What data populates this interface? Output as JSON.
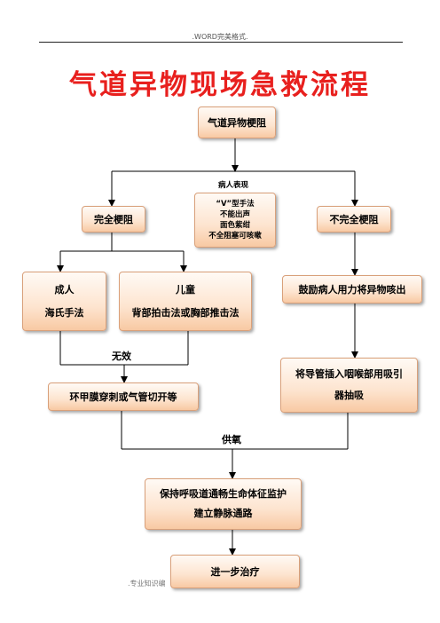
{
  "header": {
    "text": ".WORD完美格式."
  },
  "title": "气道异物现场急救流程",
  "nodes": {
    "obstruction": "气道异物梗阻",
    "symptoms": {
      "heading": "病人表现",
      "lines": [
        "“V”型手法",
        "不能出声",
        "面色紫绀",
        "不全阻塞可咳嗽"
      ]
    },
    "complete": "完全梗阻",
    "incomplete": "不完全梗阻",
    "adult": {
      "title": "成人",
      "method": "海氏手法"
    },
    "child": {
      "title": "儿童",
      "method": "背部拍击法或胸部推击法"
    },
    "encourage_cough": "鼓励病人用力将异物咳出",
    "suction": [
      "将导管插入咽喉部用吸引",
      "器抽吸"
    ],
    "cricothyrotomy": "环甲膜穿刺或气管切开等",
    "maintain": [
      "保持呼吸道通畅生命体征监护",
      "建立静脉通路"
    ],
    "further": "进一步治疗"
  },
  "labels": {
    "ineffective": "无效",
    "oxygen": "供氧"
  },
  "footer": ".专业知识编"
}
